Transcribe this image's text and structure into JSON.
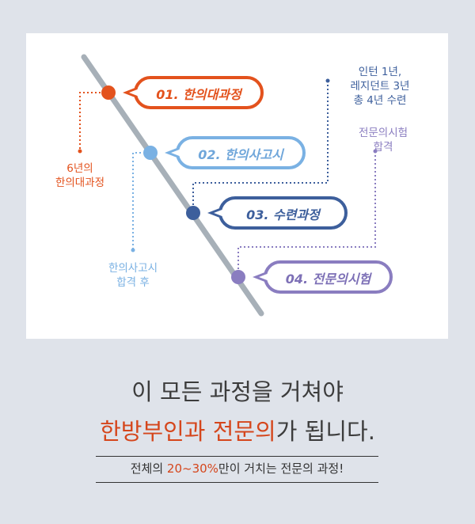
{
  "colors": {
    "step1": "#e3521d",
    "step2": "#7ab1e3",
    "step3": "#3d5f9c",
    "step4": "#8a7dc0",
    "timeline": "#a7b0b8",
    "accent": "#d5461c"
  },
  "steps": [
    {
      "num": "01.",
      "title": "한의대과정"
    },
    {
      "num": "02.",
      "title": "한의사고시"
    },
    {
      "num": "03.",
      "title": "수련과정"
    },
    {
      "num": "04.",
      "title": "전문의시험"
    }
  ],
  "notes": {
    "step1": [
      "6년의",
      "한의대과정"
    ],
    "step2": [
      "한의사고시",
      "합격 후"
    ],
    "step3": [
      "인턴 1년,",
      "레지던트 3년",
      "총 4년 수련"
    ],
    "step4": [
      "전문의시험",
      "합격"
    ]
  },
  "headline": {
    "line1": "이 모든 과정을 거쳐야",
    "line2_accent": "한방부인과 전문의",
    "line2_rest": "가 됩니다."
  },
  "subline": {
    "prefix": "전체의 ",
    "accent": "20~30%",
    "rest": "만이 거치는 전문의 과정!"
  }
}
